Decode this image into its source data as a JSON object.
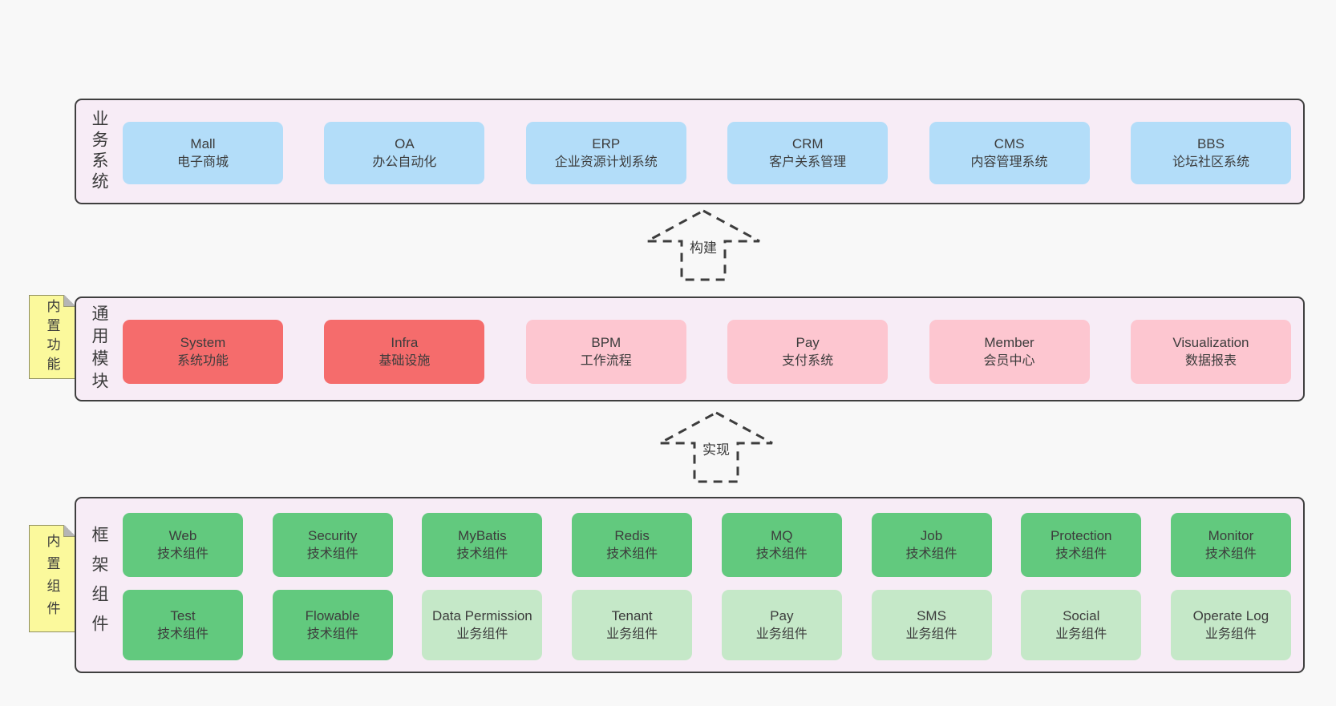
{
  "colors": {
    "page_bg": "#f8f8f8",
    "band_bg": "#f7ecf6",
    "band_border": "#3f3f3f",
    "box_blue": "#b3ddf9",
    "box_red": "#f56c6c",
    "box_pink": "#fdc6d0",
    "box_green_dark": "#62c97e",
    "box_green_light": "#c5e8c8",
    "note_yellow": "#fbf99c",
    "text": "#3c3c3c"
  },
  "bands": {
    "business": {
      "label": "业务系统",
      "boxes": [
        {
          "title": "Mall",
          "subtitle": "电子商城",
          "variant": "blue"
        },
        {
          "title": "OA",
          "subtitle": "办公自动化",
          "variant": "blue"
        },
        {
          "title": "ERP",
          "subtitle": "企业资源计划系统",
          "variant": "blue"
        },
        {
          "title": "CRM",
          "subtitle": "客户关系管理",
          "variant": "blue"
        },
        {
          "title": "CMS",
          "subtitle": "内容管理系统",
          "variant": "blue"
        },
        {
          "title": "BBS",
          "subtitle": "论坛社区系统",
          "variant": "blue"
        }
      ]
    },
    "modules": {
      "label": "通用模块",
      "note": "内置功能",
      "boxes": [
        {
          "title": "System",
          "subtitle": "系统功能",
          "variant": "red"
        },
        {
          "title": "Infra",
          "subtitle": "基础设施",
          "variant": "red"
        },
        {
          "title": "BPM",
          "subtitle": "工作流程",
          "variant": "pink"
        },
        {
          "title": "Pay",
          "subtitle": "支付系统",
          "variant": "pink"
        },
        {
          "title": "Member",
          "subtitle": "会员中心",
          "variant": "pink"
        },
        {
          "title": "Visualization",
          "subtitle": "数据报表",
          "variant": "pink"
        }
      ]
    },
    "components": {
      "label": "框架组件",
      "note": "内置组件",
      "row1": [
        {
          "title": "Web",
          "subtitle": "技术组件",
          "variant": "green-dark"
        },
        {
          "title": "Security",
          "subtitle": "技术组件",
          "variant": "green-dark"
        },
        {
          "title": "MyBatis",
          "subtitle": "技术组件",
          "variant": "green-dark"
        },
        {
          "title": "Redis",
          "subtitle": "技术组件",
          "variant": "green-dark"
        },
        {
          "title": "MQ",
          "subtitle": "技术组件",
          "variant": "green-dark"
        },
        {
          "title": "Job",
          "subtitle": "技术组件",
          "variant": "green-dark"
        },
        {
          "title": "Protection",
          "subtitle": "技术组件",
          "variant": "green-dark"
        },
        {
          "title": "Monitor",
          "subtitle": "技术组件",
          "variant": "green-dark"
        }
      ],
      "row2": [
        {
          "title": "Test",
          "subtitle": "技术组件",
          "variant": "green-dark"
        },
        {
          "title": "Flowable",
          "subtitle": "技术组件",
          "variant": "green-dark"
        },
        {
          "title": "Data Permission",
          "subtitle": "业务组件",
          "variant": "green-light"
        },
        {
          "title": "Tenant",
          "subtitle": "业务组件",
          "variant": "green-light"
        },
        {
          "title": "Pay",
          "subtitle": "业务组件",
          "variant": "green-light"
        },
        {
          "title": "SMS",
          "subtitle": "业务组件",
          "variant": "green-light"
        },
        {
          "title": "Social",
          "subtitle": "业务组件",
          "variant": "green-light"
        },
        {
          "title": "Operate Log",
          "subtitle": "业务组件",
          "variant": "green-light"
        }
      ]
    }
  },
  "arrows": {
    "build": "构建",
    "implement": "实现"
  }
}
